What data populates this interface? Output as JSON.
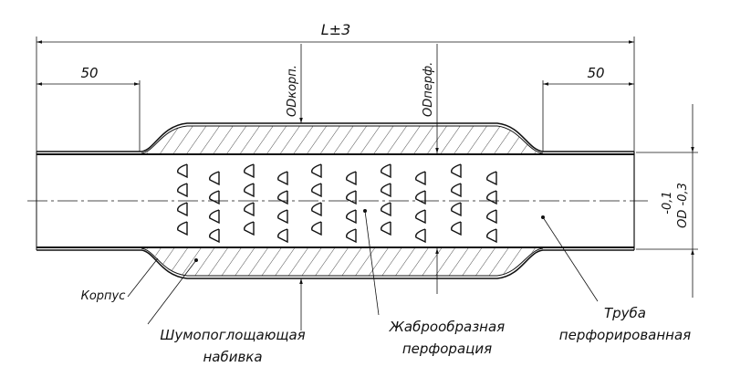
{
  "title": "Muffler with gill perforation — technical drawing",
  "dimensions": {
    "overall_length": "L±3",
    "left_end": "50",
    "right_end": "50",
    "od_body": "ODкорп.",
    "od_perf": "ODперф.",
    "od_tol_upper": "-0,1",
    "od_tol_label": "OD -0,3"
  },
  "labels": {
    "body": "Корпус",
    "packing_line1": "Шумопоглощающая",
    "packing_line2": "набивка",
    "gill_line1": "Жаброобразная",
    "gill_line2": "перфорация",
    "pipe_line1": "Труба",
    "pipe_line2": "перфорированная"
  },
  "colors": {
    "line": "#111111",
    "watermark": "#ececec"
  }
}
